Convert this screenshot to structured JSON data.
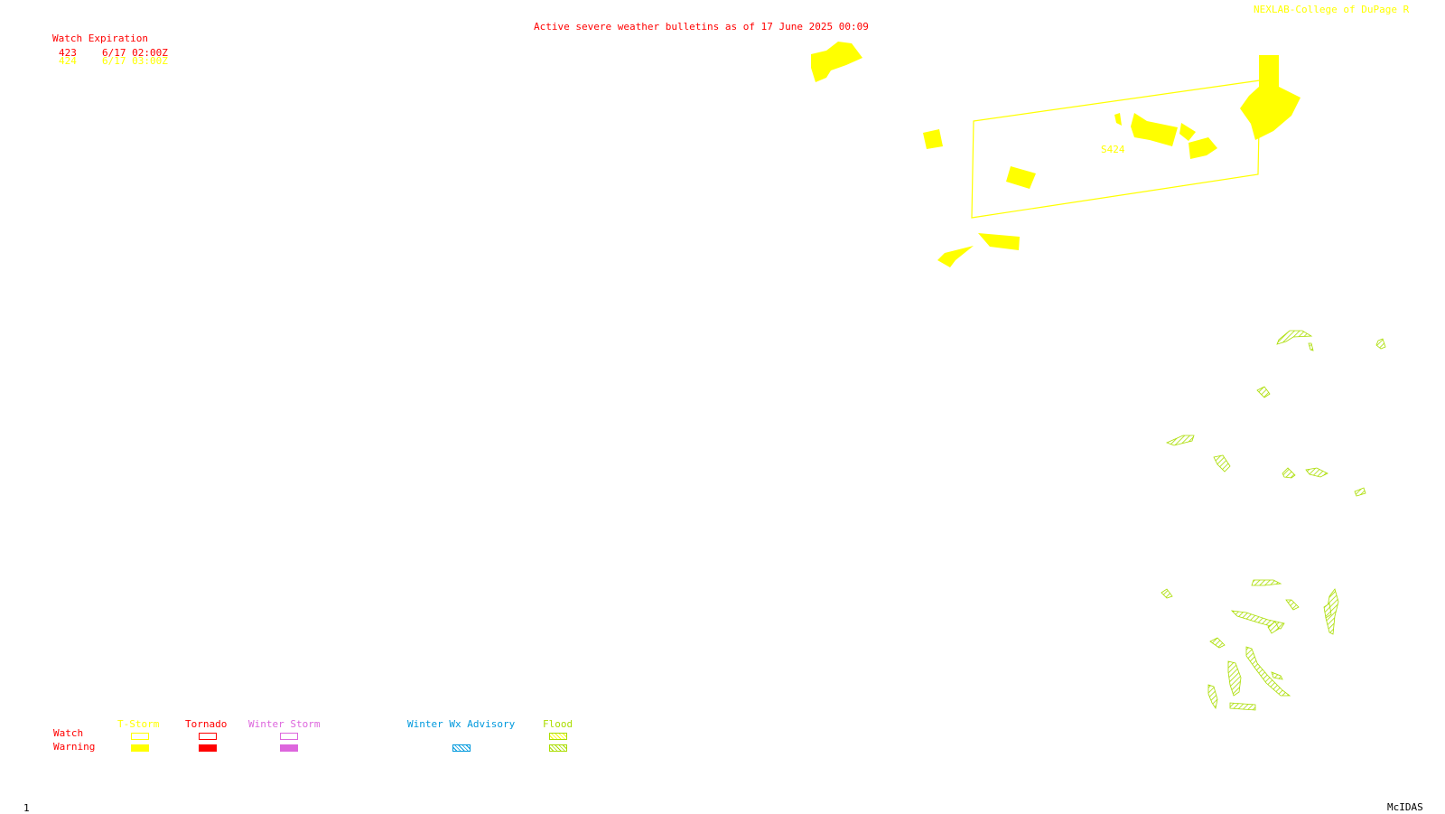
{
  "header": {
    "title": "Active severe weather bulletins as of 17 June 2025 00:09",
    "source": "NEXLAB-College of DuPage R"
  },
  "watch_table": {
    "heading": "Watch Expiration",
    "rows": [
      {
        "id": "423",
        "expires": "6/17 02:00Z",
        "color": "#ff0000"
      },
      {
        "id": "424",
        "expires": "6/17 03:00Z",
        "color": "#ffff00"
      }
    ]
  },
  "map": {
    "watch_box_label": "S424",
    "colors": {
      "tstorm": "#ffff00",
      "tornado": "#ff0000",
      "winter_storm": "#dd66dd",
      "winter_advisory": "#0099dd",
      "flood": "#aadd00"
    }
  },
  "legend": {
    "row_watch": "Watch",
    "row_warning": "Warning",
    "columns": [
      {
        "label": "T-Storm",
        "color": "#ffff00"
      },
      {
        "label": "Tornado",
        "color": "#ff0000"
      },
      {
        "label": "Winter Storm",
        "color": "#dd66dd"
      },
      {
        "label": "Winter Wx Advisory",
        "color": "#0099dd"
      },
      {
        "label": "Flood",
        "color": "#aadd00"
      }
    ]
  },
  "footer": {
    "frame": "1",
    "software": "McIDAS"
  }
}
